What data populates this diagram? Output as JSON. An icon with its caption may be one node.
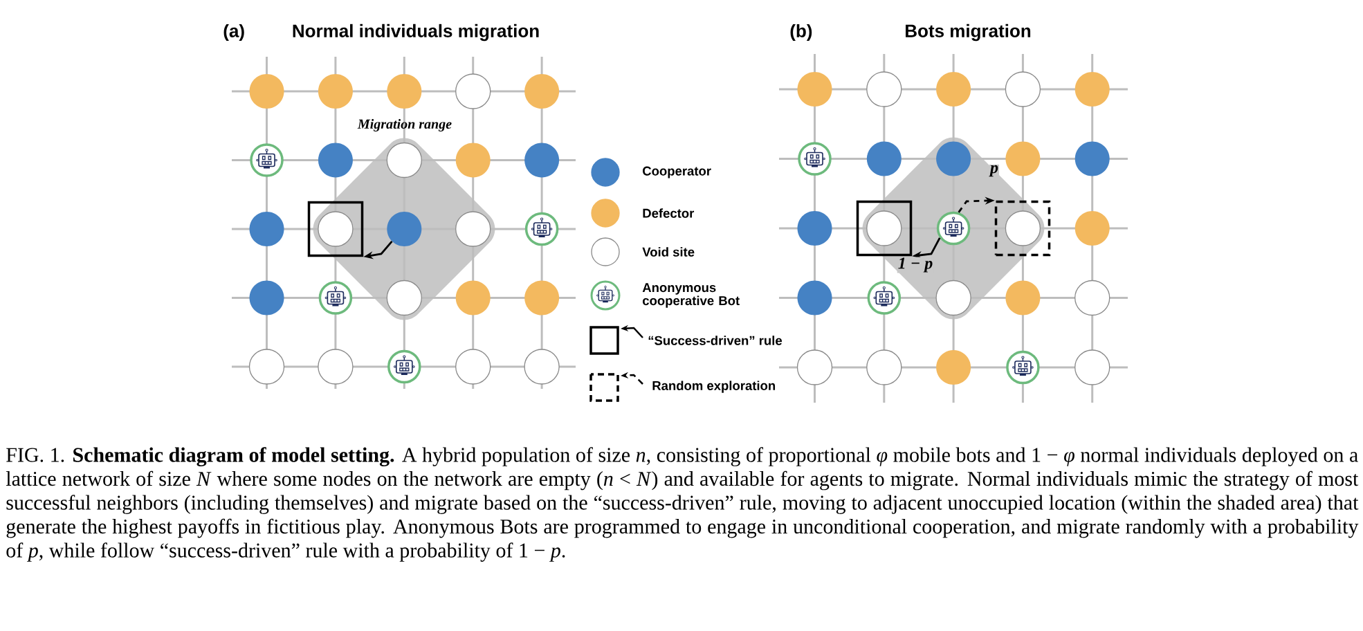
{
  "diagram": {
    "caption": "FIG. 1. **Schematic diagram of model setting.** A hybrid population of size *n*, consisting of proportional *φ* mobile bots and 1 − *φ* normal individuals deployed on a lattice network of size *N* where some nodes on the network are empty (*n* < *N*) and available for agents to migrate. Normal individuals mimic the strategy of most successful neighbors (including themselves) and migrate based on the “success-driven” rule, moving to adjacent unoccupied location (within the shaded area) that generate the highest payoffs in fictitious play. Anonymous Bots are programmed to engage in unconditional cooperation, and migrate randomly with a probability of *p*, while follow “success-driven” rule with a probability of 1 − *p*.",
    "nodes": [
      {
        "text": [],
        "shape": "circle"
      },
      {
        "text": [],
        "shape": "box"
      },
      {
        "text": [],
        "shape": "circle"
      },
      {
        "text": [],
        "shape": "box"
      },
      {
        "text": [],
        "shape": "box"
      }
    ],
    "edges": [
      {
        "from": 0,
        "to": 1,
        "arrow": "to"
      },
      {
        "from": 2,
        "to": 3,
        "arrow": "to",
        "label": "1 − p"
      },
      {
        "from": 2,
        "to": 4,
        "arrow": "to",
        "label": "p",
        "style": "dashed"
      }
    ],
    "labels": [
      "(a)",
      "Normal individuals migration",
      "Migration range",
      "(b)",
      "Bots migration"
    ],
    "legend": [
      {
        "text": "Cooperator",
        "color": "#4582c4"
      },
      {
        "text": "Defector",
        "color": "#f3b95f"
      },
      {
        "text": "Void site"
      },
      {
        "text": "Anonymous cooperative Bot"
      },
      {
        "text": "“Success-driven” rule"
      },
      {
        "text": "Random exploration"
      }
    ]
  }
}
